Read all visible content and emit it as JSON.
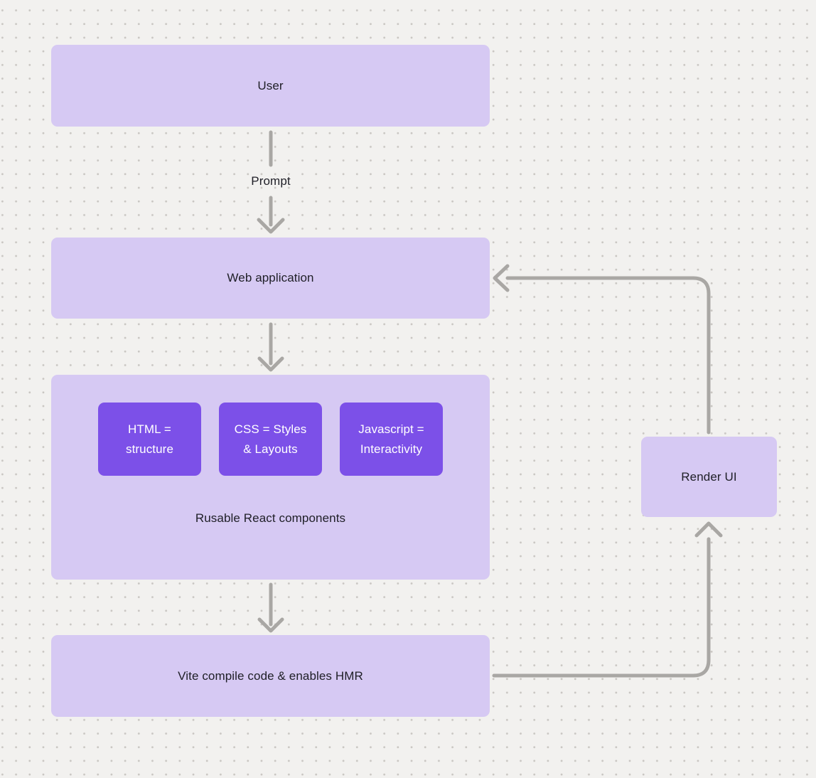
{
  "diagram": {
    "nodes": {
      "user": {
        "label": "User"
      },
      "web_application": {
        "label": "Web application"
      },
      "react_components_group": {
        "label": "Rusable React components"
      },
      "vite": {
        "label": "Vite compile code & enables HMR"
      },
      "render_ui": {
        "label": "Render UI"
      }
    },
    "chips": [
      {
        "lines": [
          "HTML =",
          "structure"
        ]
      },
      {
        "lines": [
          "CSS = Styles",
          "& Layouts"
        ]
      },
      {
        "lines": [
          "Javascript =",
          "Interactivity"
        ]
      }
    ],
    "edge_labels": {
      "prompt": "Prompt"
    }
  },
  "colors": {
    "canvas-bg": "#f2f1ef",
    "grid-dot": "#c9c6c2",
    "node-fill": "#d6c9f3",
    "chip-fill": "#7c50e8",
    "chip-text": "#ffffff",
    "node-text": "#202028",
    "arrow": "#a9a7a4"
  }
}
